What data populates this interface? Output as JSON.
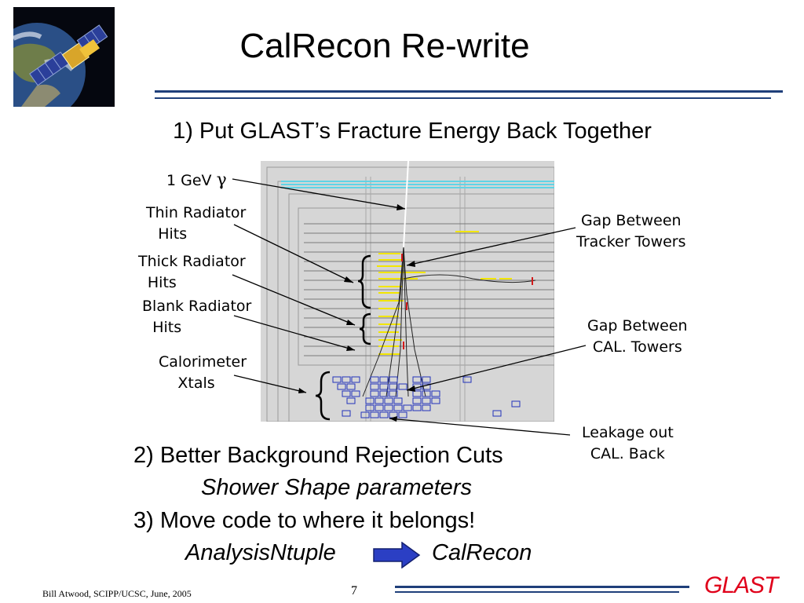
{
  "slide": {
    "title": "CalRecon Re-write",
    "point1": "1) Put GLAST’s Fracture Energy Back Together",
    "point2": "2) Better Background Rejection Cuts",
    "point2_sub": "Shower Shape parameters",
    "point3": "3) Move code to where it belongs!",
    "point3_from": "AnalysisNtuple",
    "point3_to": "CalRecon"
  },
  "labels": {
    "gev_text": "1 GeV",
    "gamma": "γ",
    "thin_line1": "Thin Radiator",
    "thin_line2": "Hits",
    "thick_line1": "Thick Radiator",
    "thick_line2": "Hits",
    "blank_line1": "Blank Radiator",
    "blank_line2": "Hits",
    "cal_line1": "Calorimeter",
    "cal_line2": "Xtals",
    "gap_tracker_line1": "Gap Between",
    "gap_tracker_line2": "Tracker Towers",
    "gap_cal_line1": "Gap Between",
    "gap_cal_line2": "CAL. Towers",
    "leak_line1": "Leakage out",
    "leak_line2": "CAL. Back"
  },
  "footer": {
    "author": "Bill Atwood,  SCIPP/UCSC, June, 2005",
    "page": "7",
    "brand": "GLAST"
  },
  "colors": {
    "rule": "#1f3f7a",
    "brand": "#e0001a",
    "arrow": "#2b3fc4",
    "hits": "#f2e600",
    "xtals": "#2233bb"
  },
  "icons": {
    "logo": "satellite-earth-icon",
    "arrow": "right-arrow-icon"
  }
}
